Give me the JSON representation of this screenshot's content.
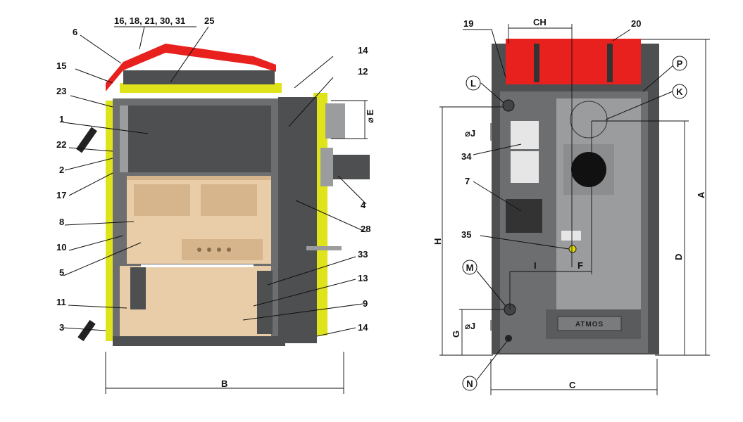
{
  "left_view": {
    "labels": [
      "6",
      "16, 18, 21, 30, 31",
      "25",
      "14",
      "15",
      "12",
      "23",
      "1",
      "22",
      "2",
      "17",
      "8",
      "10",
      "5",
      "11",
      "3",
      "4",
      "28",
      "33",
      "13",
      "9",
      "14"
    ],
    "dim_E": "E",
    "dim_E_symbol": "⌀",
    "dim_B": "B"
  },
  "right_view": {
    "labels": [
      "19",
      "20",
      "P",
      "L",
      "K",
      "34",
      "7",
      "35",
      "M",
      "N"
    ],
    "circled": [
      "P",
      "L",
      "K",
      "M",
      "N"
    ],
    "dims": {
      "CH": "CH",
      "J_top": "⌀J",
      "J_bottom": "⌀J",
      "H": "H",
      "A": "A",
      "D": "D",
      "I": "I",
      "F": "F",
      "G": "G",
      "C": "C"
    },
    "brand_plate": "ATMOS"
  },
  "colors": {
    "frame": "#6d6e70",
    "firebox": "#e9cda8",
    "side_panel": "#dfe31a",
    "top_cover": "#e8201e"
  }
}
